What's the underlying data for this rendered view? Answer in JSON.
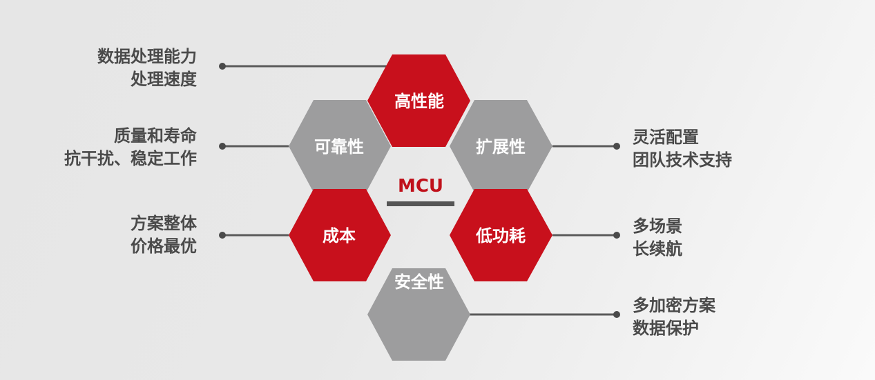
{
  "center": {
    "label": "MCU"
  },
  "hexagons": {
    "performance": "高性能",
    "reliability": "可靠性",
    "scalability": "扩展性",
    "cost": "成本",
    "power": "低功耗",
    "security": "安全性"
  },
  "callouts": {
    "performance": {
      "line1": "数据处理能力",
      "line2": "处理速度"
    },
    "reliability": {
      "line1": "质量和寿命",
      "line2": "抗干扰、稳定工作"
    },
    "cost": {
      "line1": "方案整体",
      "line2": "价格最优"
    },
    "scalability": {
      "line1": "灵活配置",
      "line2": "团队技术支持"
    },
    "power": {
      "line1": "多场景",
      "line2": "长续航"
    },
    "security": {
      "line1": "多加密方案",
      "line2": "数据保护"
    }
  },
  "colors": {
    "red": "#c8101c",
    "gray": "#9d9d9e",
    "line": "#5a5a5a",
    "text": "#4a4a4a"
  }
}
